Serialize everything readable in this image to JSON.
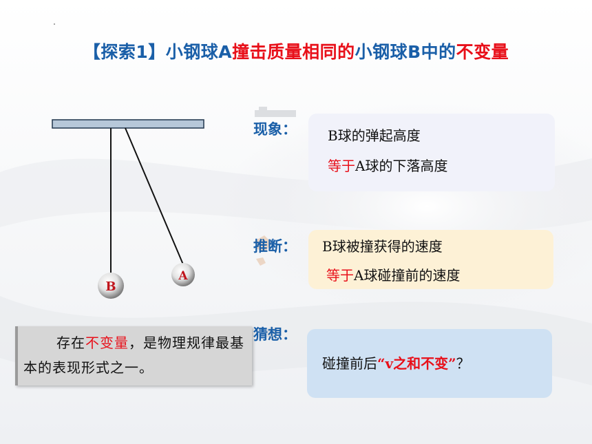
{
  "title": {
    "bracket": "【探索1】",
    "part1": "小钢球A",
    "part2": "撞击质量相同的",
    "part3": "小钢球B中的",
    "part4": "不变量"
  },
  "pendulum": {
    "ball_b": "B",
    "ball_a": "A"
  },
  "note": {
    "pre": "存在",
    "highlight": "不变量",
    "post": "，是物理规律最基本的表现形式之一。"
  },
  "phenomenon": {
    "label": "现象：",
    "line1": "B球的弹起高度",
    "line2_red": "等于",
    "line2_rest": "A球的下落高度"
  },
  "inference": {
    "label": "推断：",
    "line1": "B球被撞获得的速度",
    "line2_red": "等于",
    "line2_rest": "A球碰撞前的速度"
  },
  "guess": {
    "label": "猜想：",
    "pre": "碰撞前后",
    "quote": "“v之和不变”",
    "post": "？"
  },
  "colors": {
    "accent_blue": "#1a5fa8",
    "accent_red": "#e8101a",
    "card_lavender": "#f1f2fa",
    "card_yellow": "#fdf1d6",
    "card_blue": "#cfe1f3"
  }
}
